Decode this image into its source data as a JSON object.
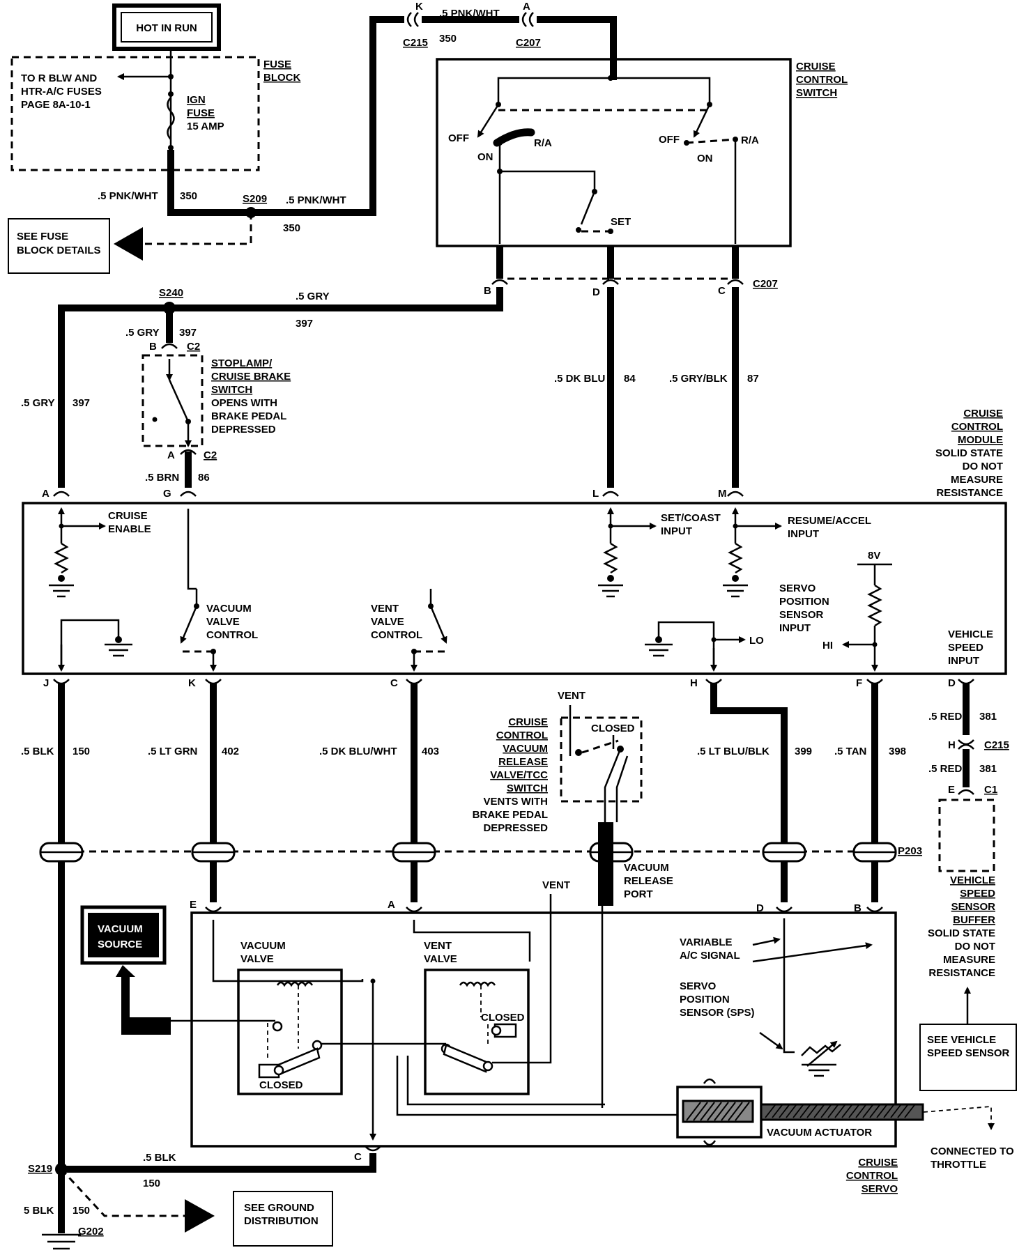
{
  "power": {
    "hot_in_run": "HOT IN RUN",
    "fuse_block": [
      "FUSE",
      "BLOCK"
    ],
    "to_fuses": [
      "TO R BLW AND",
      "HTR-A/C FUSES",
      "PAGE 8A-10-1"
    ],
    "fuse": [
      "IGN",
      "FUSE",
      "15 AMP"
    ],
    "see_fuse_block": [
      "SEE FUSE",
      "BLOCK DETAILS"
    ],
    "wire_pnk_wht": ".5 PNK/WHT",
    "circuit_350": "350",
    "splice_s209": "S209",
    "conn_k": "K",
    "conn_a": "A",
    "conn_c215": "C215",
    "conn_c207": "C207"
  },
  "cruise_switch": {
    "title": [
      "CRUISE",
      "CONTROL",
      "SWITCH"
    ],
    "off": "OFF",
    "on": "ON",
    "ra": "R/A",
    "set": "SET",
    "pins": [
      "B",
      "D",
      "C"
    ],
    "conn": "C207"
  },
  "brake_switch": {
    "splice": "S240",
    "wire_gry": ".5 GRY",
    "circuit_397": "397",
    "pin_b": "B",
    "pin_a": "A",
    "conn": "C2",
    "title": [
      "STOPLAMP/",
      "CRUISE BRAKE",
      "SWITCH"
    ],
    "desc": [
      "OPENS WITH",
      "BRAKE PEDAL",
      "DEPRESSED"
    ],
    "wire_brn": ".5 BRN",
    "circuit_86": "86"
  },
  "wires_top": {
    "dk_blu": ".5 DK BLU",
    "c84": "84",
    "gry_blk": ".5 GRY/BLK",
    "c87": "87"
  },
  "module": {
    "title": [
      "CRUISE",
      "CONTROL",
      "MODULE"
    ],
    "note": [
      "SOLID STATE",
      "DO NOT",
      "MEASURE",
      "RESISTANCE"
    ],
    "top_pins": [
      "A",
      "G",
      "L",
      "M"
    ],
    "bottom_pins": [
      "J",
      "K",
      "C",
      "H",
      "F",
      "D"
    ],
    "cruise_enable": [
      "CRUISE",
      "ENABLE"
    ],
    "set_coast": [
      "SET/COAST",
      "INPUT"
    ],
    "resume_accel": [
      "RESUME/ACCEL",
      "INPUT"
    ],
    "vacuum_valve": [
      "VACUUM",
      "VALVE",
      "CONTROL"
    ],
    "vent_valve": [
      "VENT",
      "VALVE",
      "CONTROL"
    ],
    "servo_pos": [
      "SERVO",
      "POSITION",
      "SENSOR",
      "INPUT"
    ],
    "v8": "8V",
    "hi": "HI",
    "lo": "LO",
    "vss_input": [
      "VEHICLE",
      "SPEED",
      "INPUT"
    ]
  },
  "wires_bottom": {
    "blk": ".5 BLK",
    "c150": "150",
    "lt_grn": ".5 LT GRN",
    "c402": "402",
    "dk_blu_wht": ".5 DK BLU/WHT",
    "c403": "403",
    "lt_blu_blk": ".5 LT BLU/BLK",
    "c399": "399",
    "tan": ".5 TAN",
    "c398": "398",
    "red": ".5 RED",
    "c381": "381",
    "pin_h": "H",
    "pin_e": "E",
    "conn_c215": "C215",
    "conn_c1": "C1",
    "p203": "P203"
  },
  "release_valve": {
    "vent": "VENT",
    "closed": "CLOSED",
    "title": [
      "CRUISE",
      "CONTROL",
      "VACUUM",
      "RELEASE",
      "VALVE/TCC",
      "SWITCH"
    ],
    "desc": [
      "VENTS WITH",
      "BRAKE PEDAL",
      "DEPRESSED"
    ],
    "port": [
      "VACUUM",
      "RELEASE",
      "PORT"
    ]
  },
  "servo": {
    "vacuum_source": [
      "VACUUM",
      "SOURCE"
    ],
    "vacuum_valve": [
      "VACUUM",
      "VALVE"
    ],
    "vent_valve": [
      "VENT",
      "VALVE"
    ],
    "vent": "VENT",
    "closed": "CLOSED",
    "variable_ac": [
      "VARIABLE",
      "A/C SIGNAL"
    ],
    "sps": [
      "SERVO",
      "POSITION",
      "SENSOR (SPS)"
    ],
    "actuator": "VACUUM ACTUATOR",
    "pins": [
      "E",
      "A",
      "D",
      "B",
      "C"
    ],
    "title": [
      "CRUISE",
      "CONTROL",
      "SERVO"
    ],
    "throttle": [
      "CONNECTED TO",
      "THROTTLE"
    ]
  },
  "vss_buffer": {
    "title": [
      "VEHICLE",
      "SPEED",
      "SENSOR",
      "BUFFER"
    ],
    "note": [
      "SOLID STATE",
      "DO NOT",
      "MEASURE",
      "RESISTANCE"
    ],
    "see": [
      "SEE VEHICLE",
      "SPEED SENSOR"
    ]
  },
  "ground": {
    "splice": "S219",
    "wire_blk": ".5 BLK",
    "c150": "150",
    "wire_5blk": "5 BLK",
    "see": [
      "SEE GROUND",
      "DISTRIBUTION"
    ],
    "g202": "G202"
  }
}
